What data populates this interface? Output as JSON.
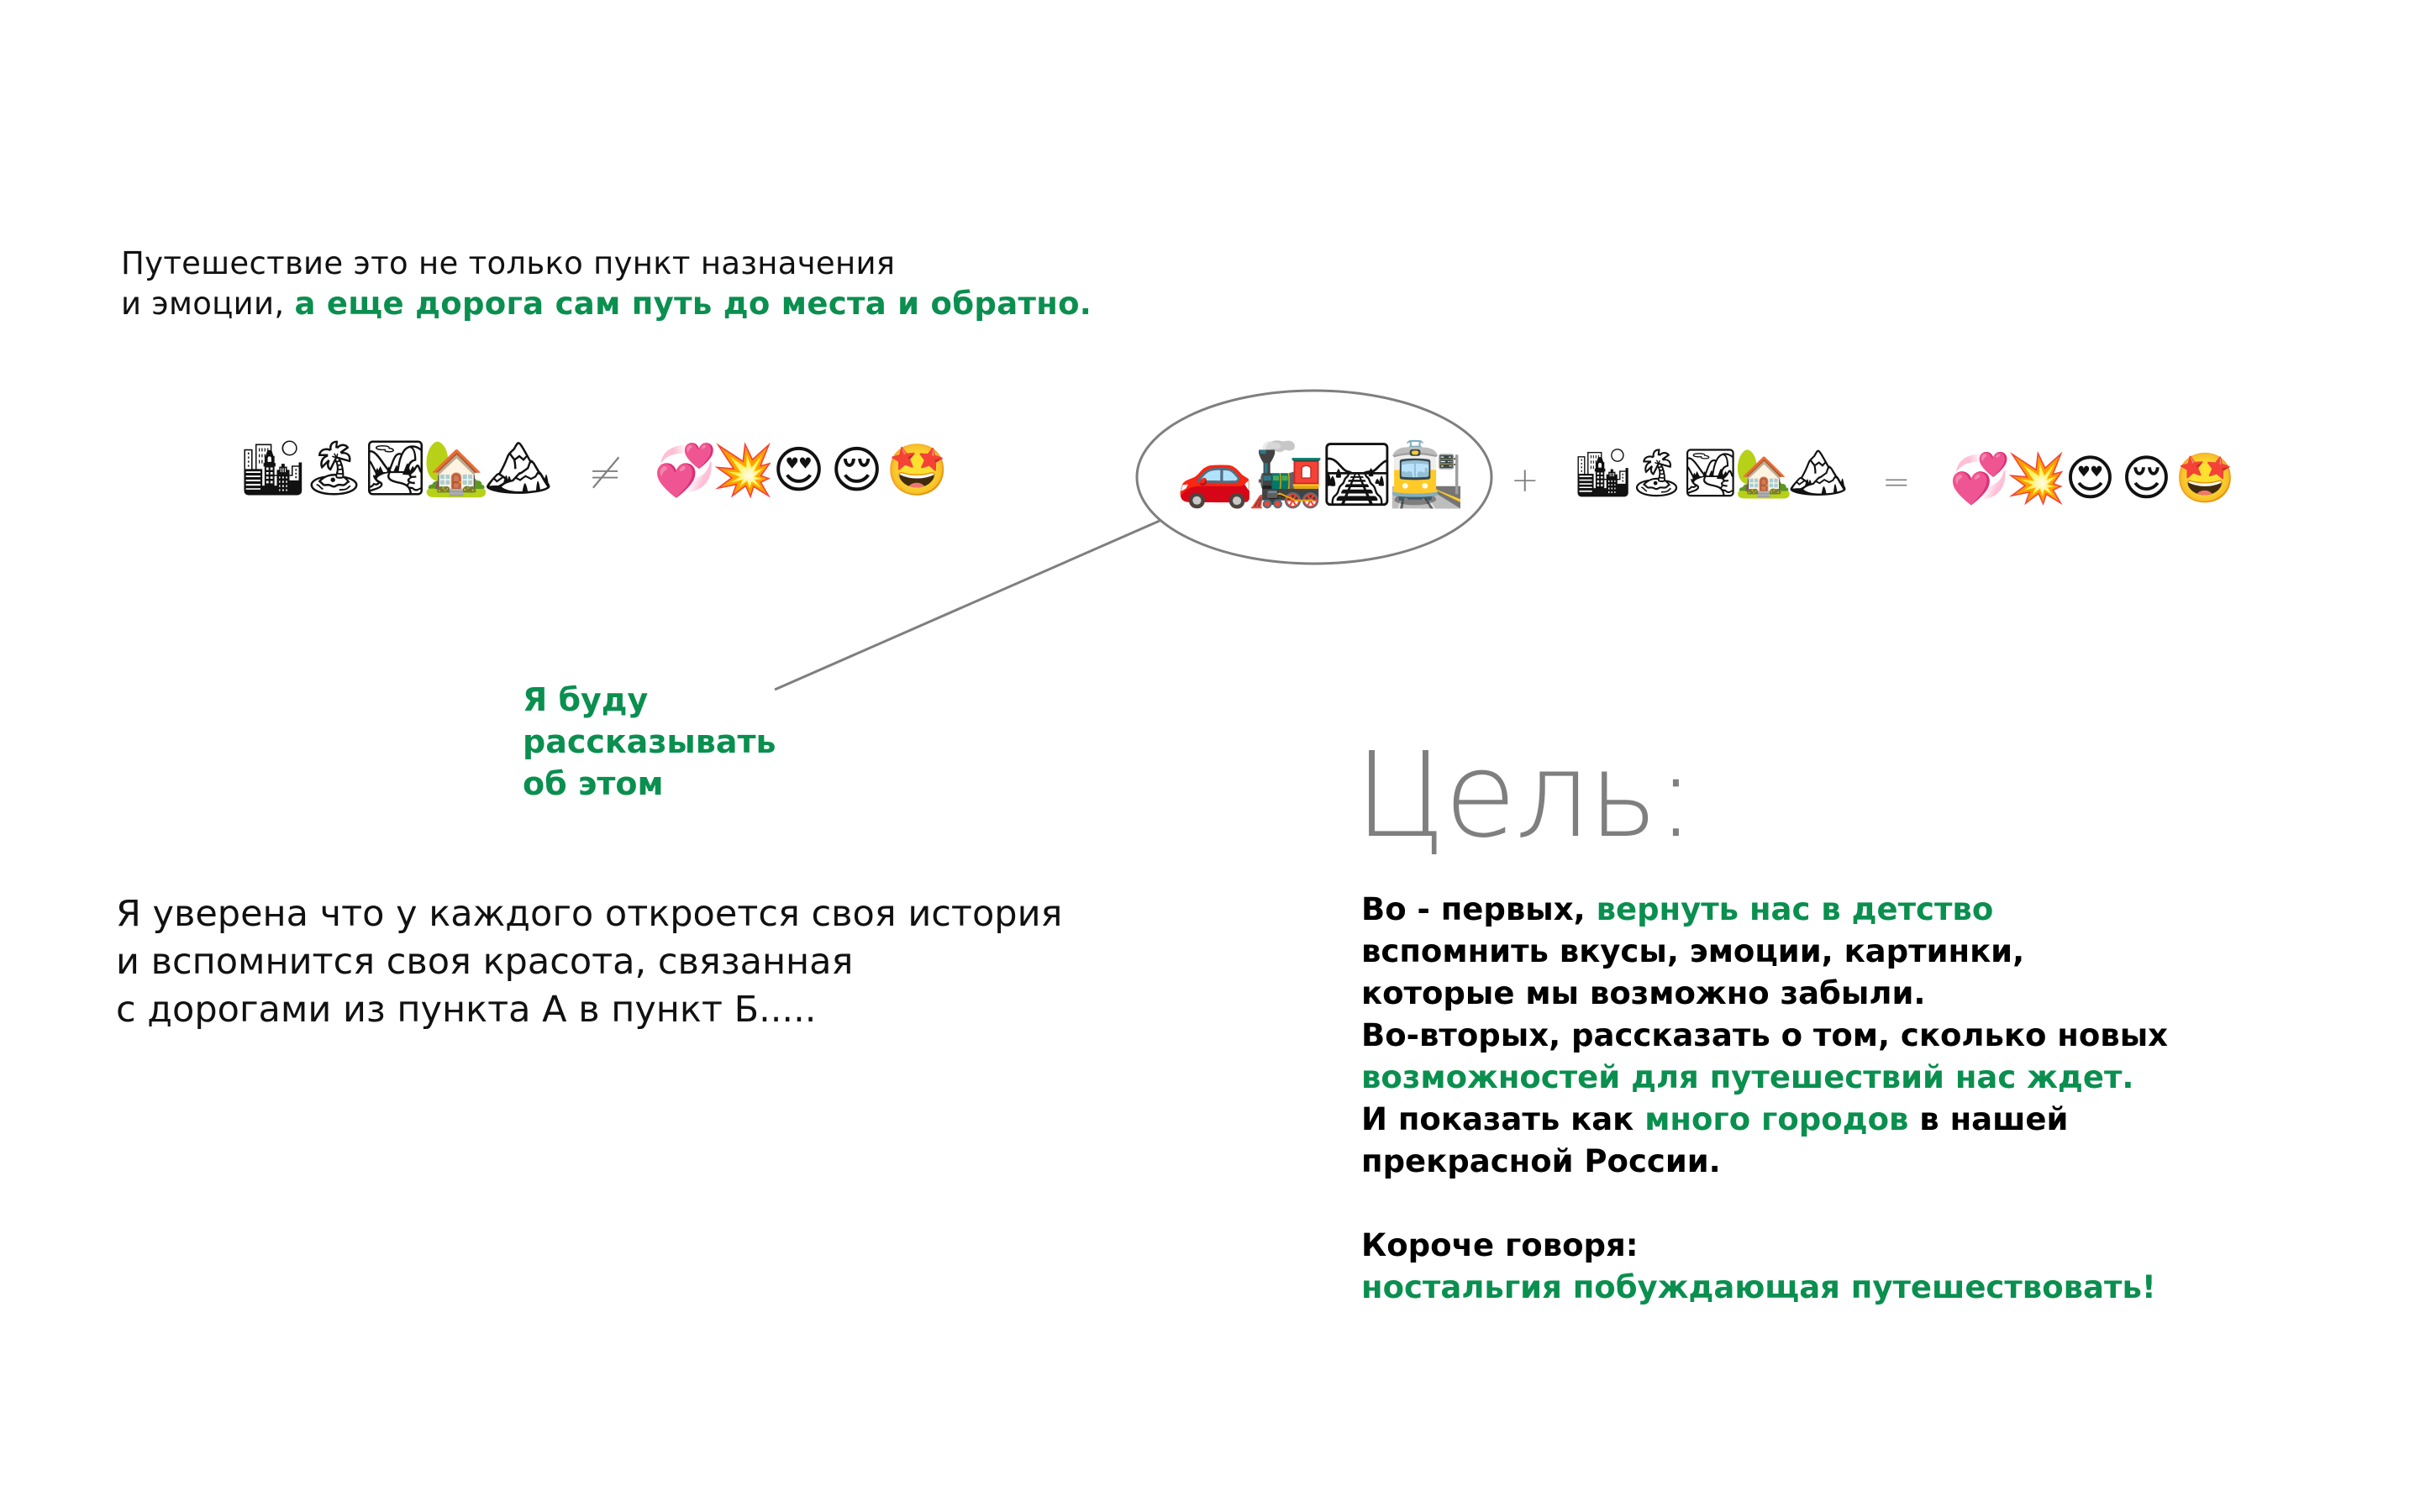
{
  "colors": {
    "accent_green": "#0a8f4f",
    "operator_gray": "#7f7f7f",
    "text_black": "#111111"
  },
  "intro": {
    "line1": "Путешествие это не только пункт назначения",
    "line2_plain": "и эмоции, ",
    "line2_highlight": "а еще дорога сам путь до места и обратно."
  },
  "equation_left": {
    "places": [
      {
        "icon": "cityscape-icon",
        "glyph": "🏙"
      },
      {
        "icon": "desert-island-icon",
        "glyph": "🏝"
      },
      {
        "icon": "national-park-icon",
        "glyph": "🏞"
      },
      {
        "icon": "house-with-garden-icon",
        "glyph": "🏡"
      },
      {
        "icon": "snow-capped-mountain-icon",
        "glyph": "🏔"
      }
    ],
    "operator": "≠",
    "emotions": [
      {
        "icon": "revolving-hearts-icon",
        "glyph": "💞"
      },
      {
        "icon": "collision-icon",
        "glyph": "💥"
      },
      {
        "icon": "heart-eyes-face-icon",
        "glyph": "😍"
      },
      {
        "icon": "relieved-face-icon",
        "glyph": "😌"
      },
      {
        "icon": "star-struck-face-icon",
        "glyph": "🤩"
      }
    ]
  },
  "equation_right": {
    "journey": [
      {
        "icon": "car-icon",
        "glyph": "🚗"
      },
      {
        "icon": "locomotive-icon",
        "glyph": "🚂"
      },
      {
        "icon": "railway-track-icon",
        "glyph": "🛤"
      },
      {
        "icon": "train-station-icon",
        "glyph": "🚉"
      }
    ],
    "operator_plus": "+",
    "places": [
      {
        "icon": "cityscape-icon",
        "glyph": "🏙"
      },
      {
        "icon": "desert-island-icon",
        "glyph": "🏝"
      },
      {
        "icon": "national-park-icon",
        "glyph": "🏞"
      },
      {
        "icon": "house-with-garden-icon",
        "glyph": "🏡"
      },
      {
        "icon": "snow-capped-mountain-icon",
        "glyph": "🏔"
      }
    ],
    "operator_equals": "=",
    "emotions": [
      {
        "icon": "revolving-hearts-icon",
        "glyph": "💞"
      },
      {
        "icon": "collision-icon",
        "glyph": "💥"
      },
      {
        "icon": "heart-eyes-face-icon",
        "glyph": "😍"
      },
      {
        "icon": "relieved-face-icon",
        "glyph": "😌"
      },
      {
        "icon": "star-struck-face-icon",
        "glyph": "🤩"
      }
    ]
  },
  "callout": {
    "lines": [
      "Я буду",
      "рассказывать",
      "об этом"
    ]
  },
  "story": {
    "lines": [
      "Я уверена что у каждого откроется своя история",
      "и вспомнится своя красота, связанная",
      "с дорогами из пункта А в пункт Б....."
    ]
  },
  "goal": {
    "heading": "Цель:",
    "lines": [
      [
        {
          "text": "Во - первых, ",
          "green": false
        },
        {
          "text": "вернуть нас в детство",
          "green": true
        }
      ],
      [
        {
          "text": "вспомнить вкусы, эмоции, картинки,",
          "green": false
        }
      ],
      [
        {
          "text": "которые мы возможно забыли.",
          "green": false
        }
      ],
      [
        {
          "text": "Во-вторых, рассказать о том, сколько новых",
          "green": false
        }
      ],
      [
        {
          "text": "возможностей для путешествий нас ждет.",
          "green": true
        }
      ],
      [
        {
          "text": "И показать как ",
          "green": false
        },
        {
          "text": "много городов",
          "green": true
        },
        {
          "text": " в нашей",
          "green": false
        }
      ],
      [
        {
          "text": "прекрасной России.",
          "green": false
        }
      ],
      [],
      [
        {
          "text": "Короче говоря:",
          "green": false
        }
      ],
      [
        {
          "text": "ностальгия побуждающая путешествовать!",
          "green": true
        }
      ]
    ]
  }
}
